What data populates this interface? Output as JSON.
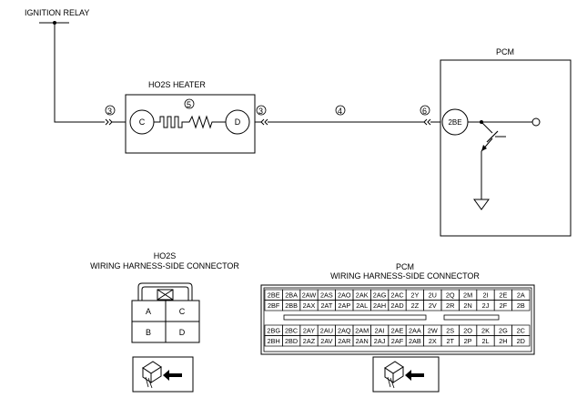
{
  "labels": {
    "ignition_relay": "IGNITION RELAY",
    "ho2s_heater": "HO2S HEATER",
    "pcm": "PCM",
    "ho2s_connector_title": "HO2S",
    "ho2s_connector_subtitle": "WIRING HARNESS-SIDE CONNECTOR",
    "pcm_connector_title": "PCM",
    "pcm_connector_subtitle": "WIRING HARNESS-SIDE CONNECTOR"
  },
  "callouts": {
    "wire_left": "3",
    "heater_element": "5",
    "wire_right": "3",
    "harness": "4",
    "pcm_input": "6"
  },
  "terminals": {
    "heater_c": "C",
    "heater_d": "D",
    "pcm_2be": "2BE"
  },
  "ho2s_connector": {
    "pins": [
      [
        "A",
        "C"
      ],
      [
        "B",
        "D"
      ]
    ]
  },
  "pcm_connector": {
    "upper_rows": [
      [
        "2BE",
        "2BA",
        "2AW",
        "2AS",
        "2AO",
        "2AK",
        "2AG",
        "2AC",
        "2Y",
        "2U",
        "2Q",
        "2M",
        "2I",
        "2E",
        "2A"
      ],
      [
        "2BF",
        "2BB",
        "2AX",
        "2AT",
        "2AP",
        "2AL",
        "2AH",
        "2AD",
        "2Z",
        "2V",
        "2R",
        "2N",
        "2J",
        "2F",
        "2B"
      ]
    ],
    "lower_rows": [
      [
        "2BG",
        "2BC",
        "2AY",
        "2AU",
        "2AQ",
        "2AM",
        "2AI",
        "2AE",
        "2AA",
        "2W",
        "2S",
        "2O",
        "2K",
        "2G",
        "2C"
      ],
      [
        "2BH",
        "2BD",
        "2AZ",
        "2AV",
        "2AR",
        "2AN",
        "2AJ",
        "2AF",
        "2AB",
        "2X",
        "2T",
        "2P",
        "2L",
        "2H",
        "2D"
      ]
    ]
  }
}
